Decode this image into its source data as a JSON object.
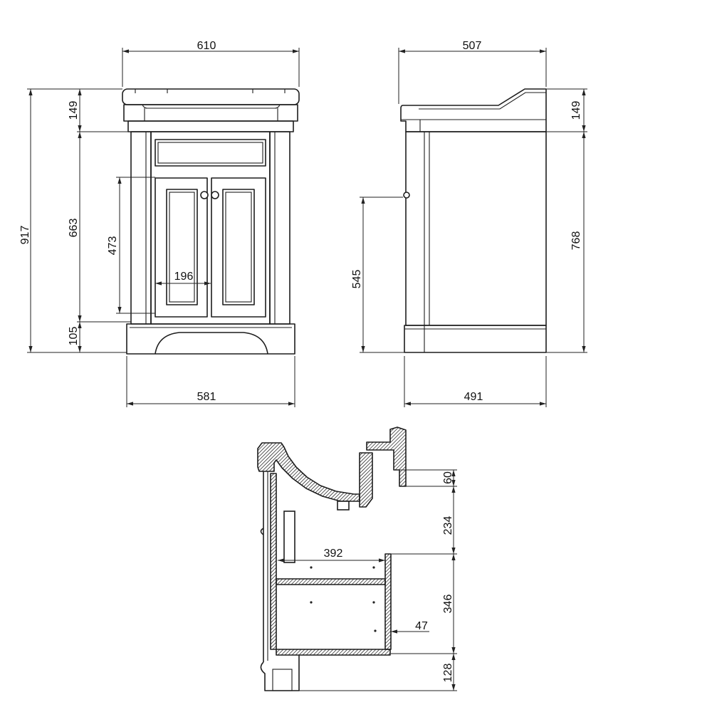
{
  "front_view": {
    "top_width": "610",
    "basin_height": "149",
    "overall_height": "917",
    "cabinet_height": "663",
    "door_height": "473",
    "door_width": "196",
    "plinth_height": "105",
    "base_width": "581"
  },
  "side_view": {
    "top_depth": "507",
    "basin_height": "149",
    "cabinet_height": "768",
    "knob_height": "545",
    "base_depth": "491"
  },
  "section_view": {
    "basin_drop": "60",
    "upper_space": "234",
    "shelf_depth": "392",
    "lower_space": "346",
    "back_offset": "47",
    "plinth_height": "128"
  }
}
